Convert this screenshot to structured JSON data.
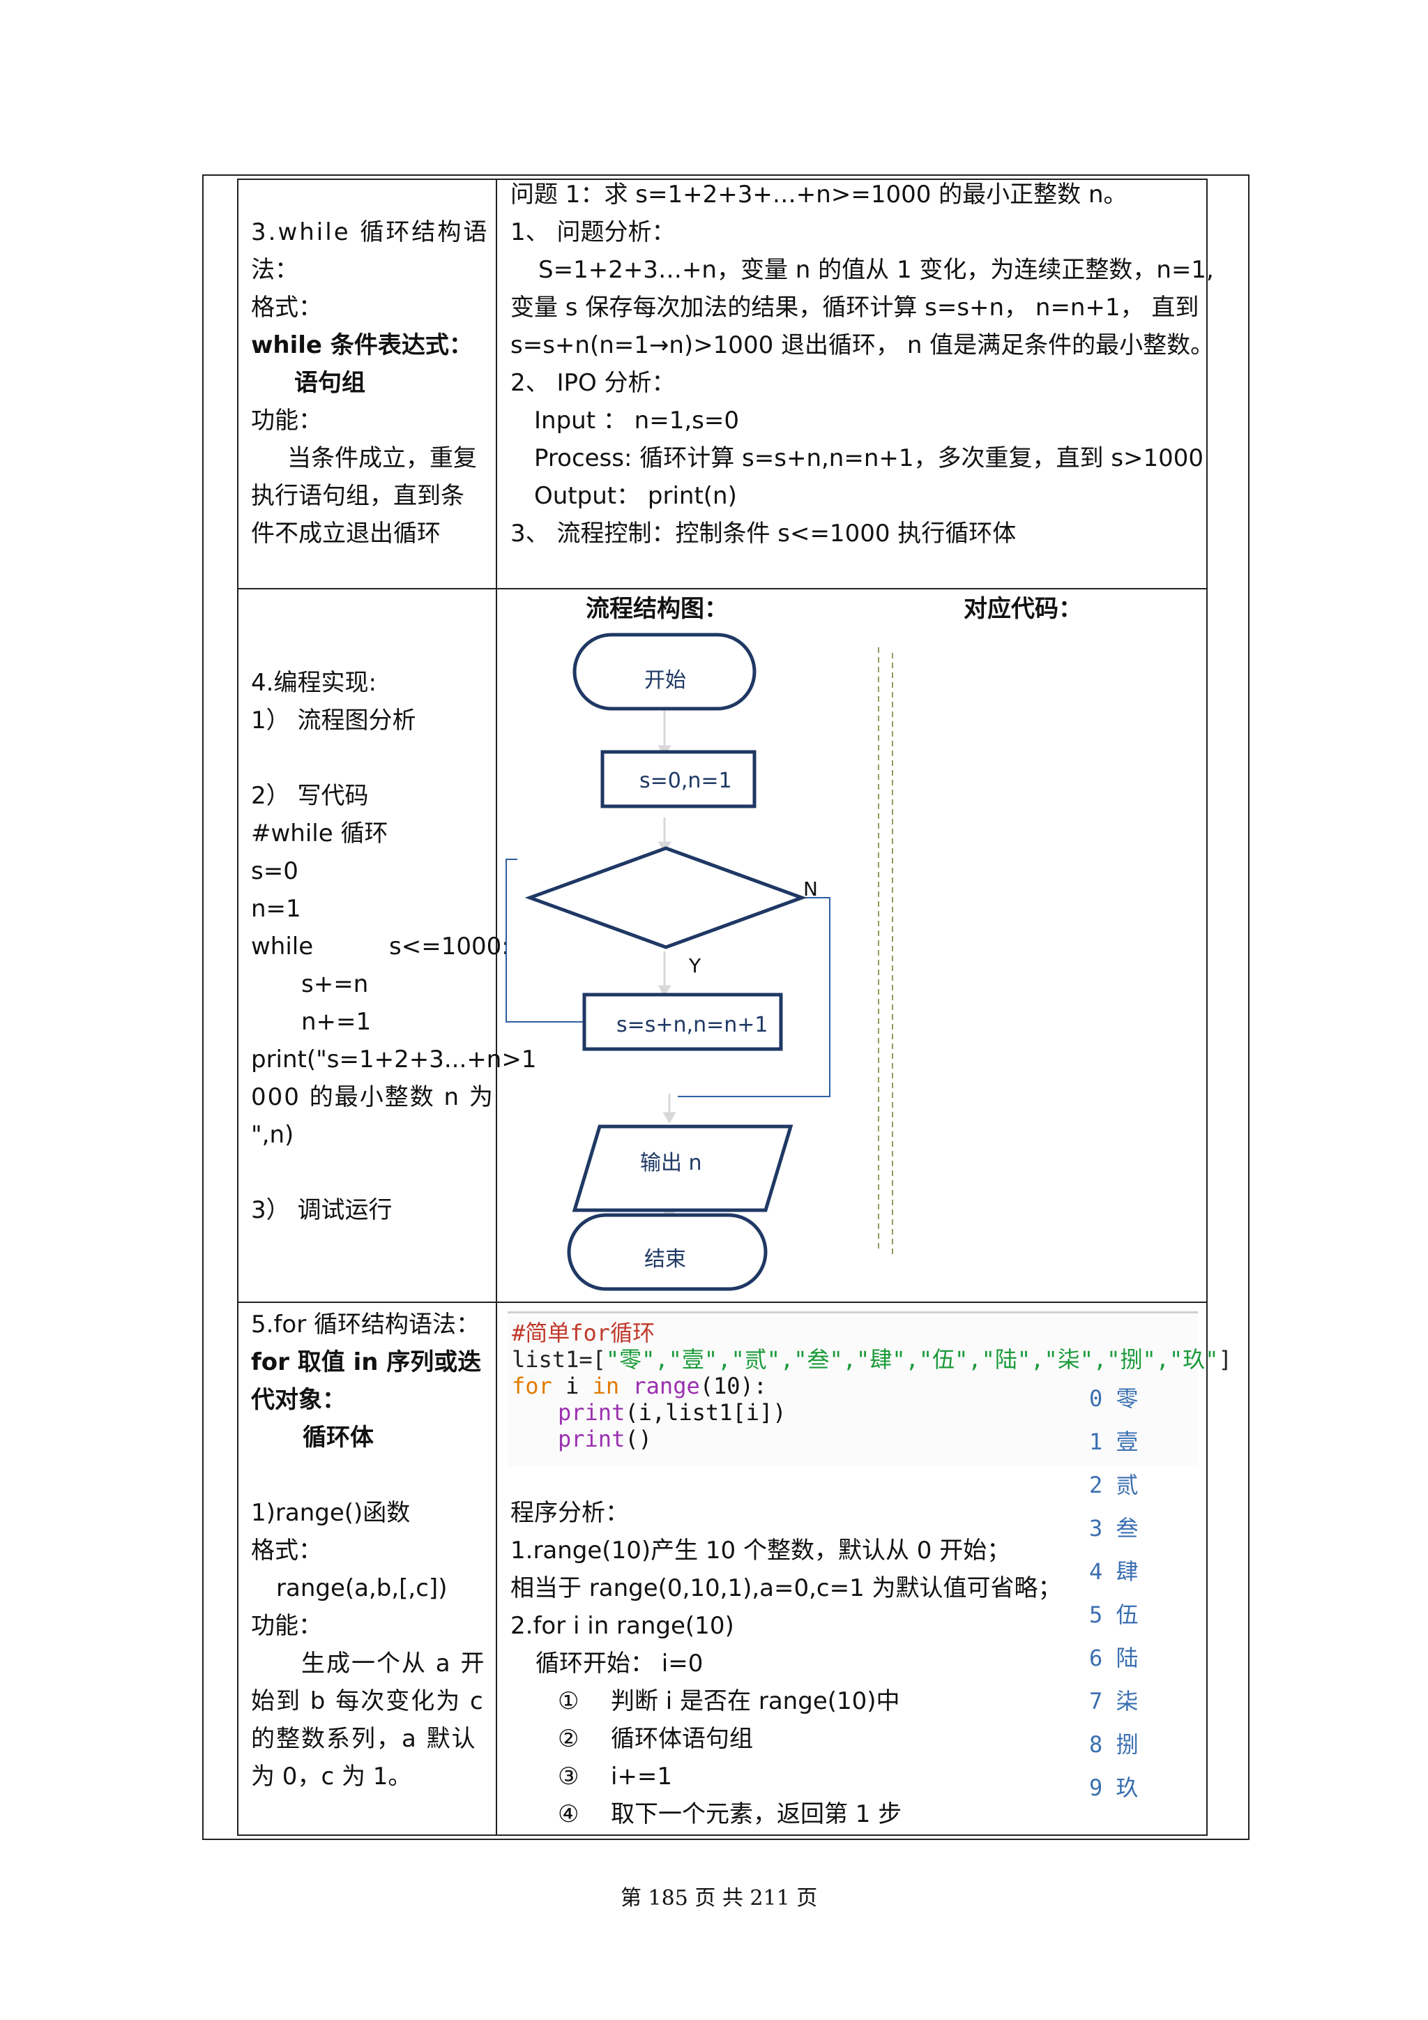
{
  "row3": {
    "left": {
      "title": "3.while 循环结构语",
      "title2": "法：",
      "fmt_label": "格式：",
      "syntax1": "while 条件表达式：",
      "syntax2": "语句组",
      "func_label": "功能：",
      "desc1": "当条件成立，重复",
      "desc2": "执行语句组，直到条",
      "desc3": "件不成立退出循环"
    },
    "right": {
      "q": "问题 1：求 s=1+2+3+…+n>=1000 的最小正整数 n。",
      "a1": "1、 问题分析：",
      "a2": "S=1+2+3…+n，变量 n 的值从 1 变化，为连续正整数，n=1,",
      "a3": "变量 s 保存每次加法的结果，循环计算 s=s+n， n=n+1， 直到",
      "a4": "s=s+n(n=1→n)>1000 退出循环， n 值是满足条件的最小整数。",
      "b1": "2、 IPO 分析：",
      "b2": "Input  ：  n=1,s=0",
      "b3": "Process: 循环计算 s=s+n,n=n+1，多次重复，直到 s>1000",
      "b4": "Output： print(n)",
      "c1": "3、 流程控制：控制条件 s<=1000 执行循环体"
    }
  },
  "row4": {
    "left": {
      "l1": "4.编程实现:",
      "l2": "1） 流程图分析",
      "l3": "2） 写代码",
      "l4": "#while 循环",
      "l5": "s=0",
      "l6": "n=1",
      "l7a": "while",
      "l7b": "s<=1000:",
      "l8": "s+=n",
      "l9": "n+=1",
      "l10": "print(\"s=1+2+3...+n>1",
      "l11": "000 的最小整数 n 为",
      "l12": "\",n)",
      "l13": "3） 调试运行"
    },
    "right": {
      "h1": "流程结构图：",
      "h2": "对应代码：",
      "start": "开始",
      "init": "s=0,n=1",
      "no": "N",
      "yes": "Y",
      "body": "s=s+n,n=n+1",
      "output": "输出 n",
      "end": "结束"
    }
  },
  "row5": {
    "left": {
      "l1": "5.for 循环结构语法：",
      "l2": "for 取值 in 序列或迭",
      "l3": "代对象：",
      "l4": "循环体",
      "l5": "1)range()函数",
      "l6": "格式：",
      "l7": "range(a,b,[,c])",
      "l8": "功能：",
      "l9": "生成一个从 a 开",
      "l10": "始到 b 每次变化为 c",
      "l11": "的整数系列，a 默认",
      "l12": "为 0，c 为 1。"
    },
    "right": {
      "code1": "#简单for循环",
      "code2a": "list1=[",
      "code2b": "\"零\",\"壹\",\"贰\",\"叁\",\"肆\",\"伍\",\"陆\",\"柒\",\"捌\",\"玖\"",
      "code2c": "]",
      "code3a": "for",
      "code3b": " i ",
      "code3c": "in",
      "code3d": " ",
      "code3e": "range",
      "code3f": "(10):",
      "code4a": "print",
      "code4b": "(i,list1[i])",
      "code5a": "print",
      "code5b": "()",
      "outputs": [
        "0 零",
        "1 壹",
        "2 贰",
        "3 叁",
        "4 肆",
        "5 伍",
        "6 陆",
        "7 柒",
        "8 捌",
        "9 玖"
      ],
      "p1": "程序分析：",
      "p2": "1.range(10)产生 10 个整数，默认从 0 开始；",
      "p3": "相当于 range(0,10,1),a=0,c=1 为默认值可省略；",
      "p4": "2.for i in range(10)",
      "p5": "循环开始：  i=0",
      "s1n": "①",
      "s1": "判断 i 是否在 range(10)中",
      "s2n": "②",
      "s2": "循环体语句组",
      "s3n": "③",
      "s3": "i+=1",
      "s4n": "④",
      "s4": "取下一个元素，返回第 1 步"
    }
  },
  "footer": "第 185 页 共 211 页",
  "colors": {
    "shape_stroke": "#1f3864",
    "loop_line": "#2e5fa3",
    "code_bg": "#fbfbfb"
  }
}
